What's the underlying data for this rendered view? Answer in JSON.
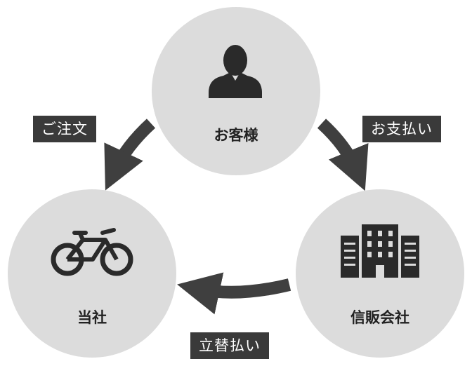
{
  "nodes": {
    "customer": {
      "label": "お客様",
      "icon": "person-icon"
    },
    "company": {
      "label": "当社",
      "icon": "bicycle-icon"
    },
    "credit": {
      "label": "信販会社",
      "icon": "building-icon"
    }
  },
  "flows": {
    "order": {
      "label": "ご注文"
    },
    "payment": {
      "label": "お支払い"
    },
    "advance": {
      "label": "立替払い"
    }
  },
  "colors": {
    "circle": "#dcdcdc",
    "arrow": "#3f3f3f",
    "icon": "#2a2a2a",
    "tag_bg": "#3a3a3a",
    "tag_text": "#ffffff"
  }
}
